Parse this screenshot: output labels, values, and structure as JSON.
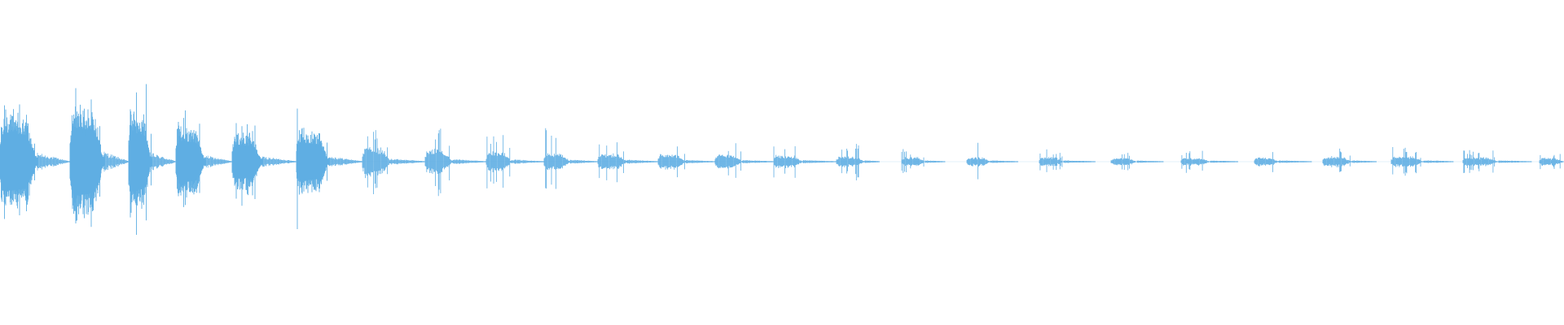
{
  "waveform": {
    "color": "#5faee3",
    "baseline_color": "#5faee3",
    "bursts": [
      {
        "amplitude": 0.62,
        "peak": 0.66
      },
      {
        "amplitude": 0.72,
        "peak": 0.97
      },
      {
        "amplitude": 0.62,
        "peak": 0.88
      },
      {
        "amplitude": 0.44,
        "peak": 0.63
      },
      {
        "amplitude": 0.36,
        "peak": 0.52
      },
      {
        "amplitude": 0.4,
        "peak": 0.83
      },
      {
        "amplitude": 0.2,
        "peak": 0.52
      },
      {
        "amplitude": 0.16,
        "peak": 0.48
      },
      {
        "amplitude": 0.14,
        "peak": 0.42
      },
      {
        "amplitude": 0.12,
        "peak": 0.4
      },
      {
        "amplitude": 0.11,
        "peak": 0.33
      },
      {
        "amplitude": 0.1,
        "peak": 0.27
      },
      {
        "amplitude": 0.09,
        "peak": 0.26
      },
      {
        "amplitude": 0.08,
        "peak": 0.25
      },
      {
        "amplitude": 0.07,
        "peak": 0.22
      },
      {
        "amplitude": 0.06,
        "peak": 0.15
      },
      {
        "amplitude": 0.06,
        "peak": 0.23
      },
      {
        "amplitude": 0.06,
        "peak": 0.15
      },
      {
        "amplitude": 0.05,
        "peak": 0.14
      },
      {
        "amplitude": 0.05,
        "peak": 0.14
      },
      {
        "amplitude": 0.06,
        "peak": 0.15
      },
      {
        "amplitude": 0.07,
        "peak": 0.16
      },
      {
        "amplitude": 0.07,
        "peak": 0.18
      },
      {
        "amplitude": 0.06,
        "peak": 0.15
      },
      {
        "amplitude": 0.05,
        "peak": 0.1
      }
    ]
  }
}
